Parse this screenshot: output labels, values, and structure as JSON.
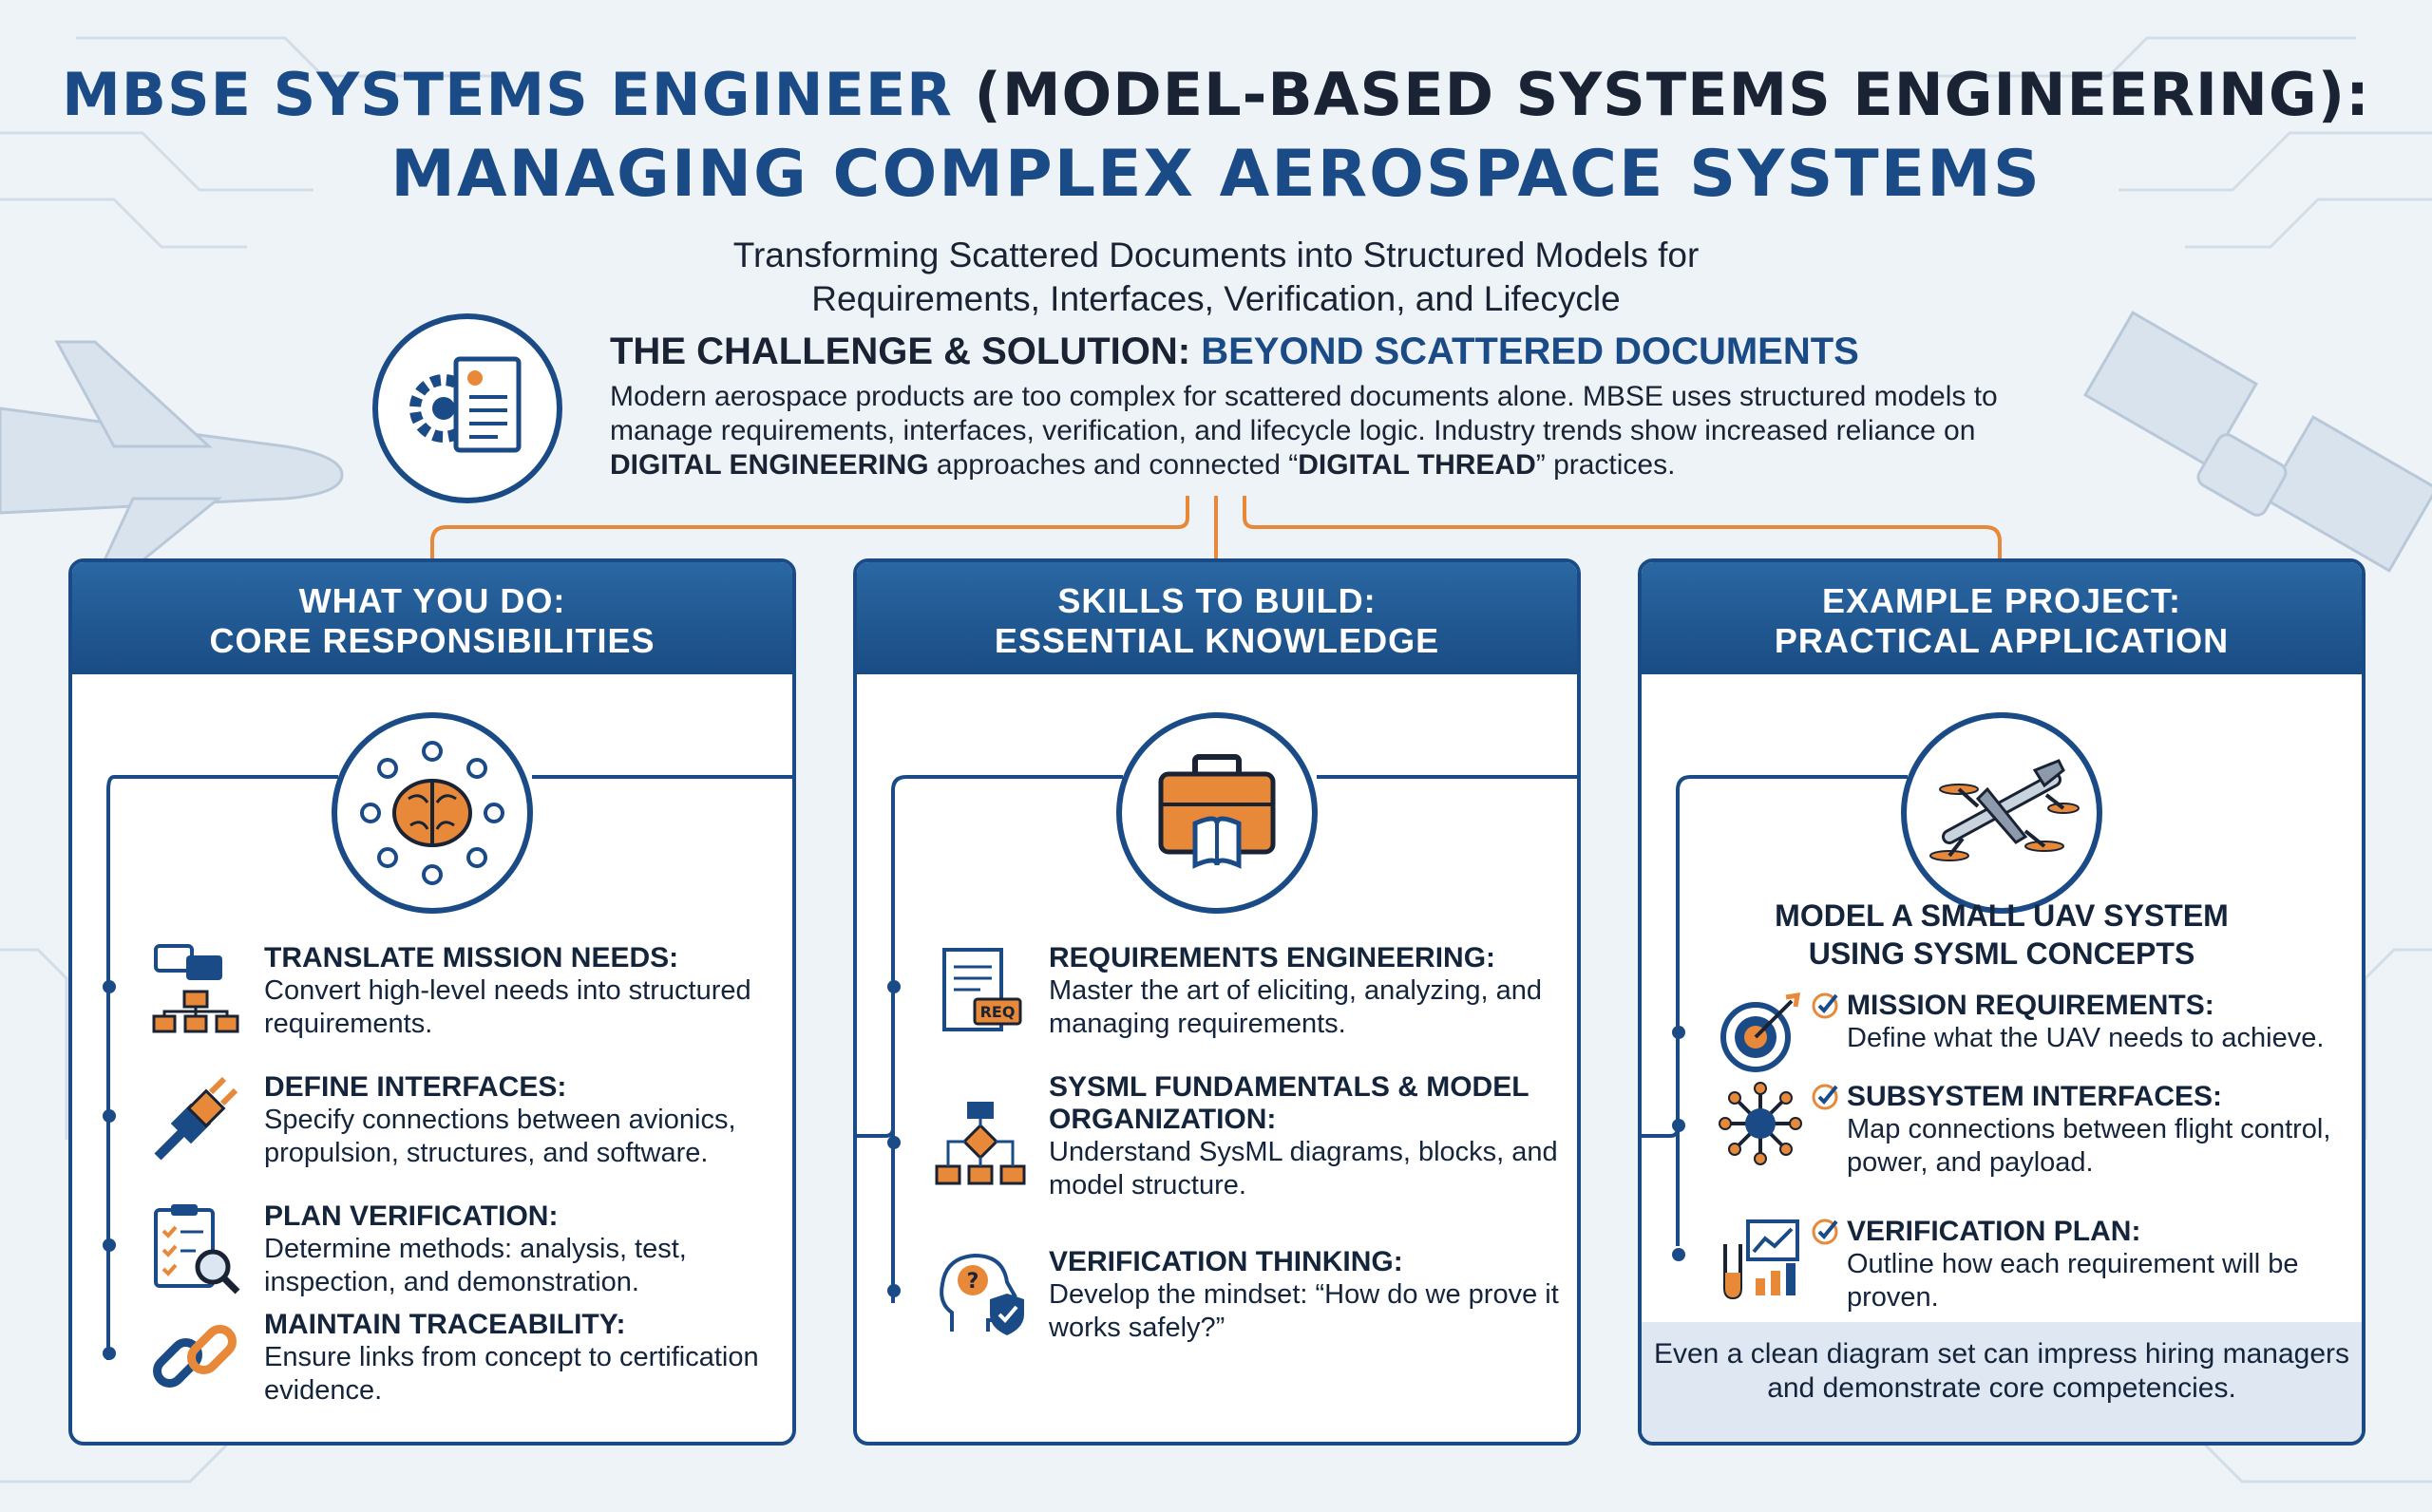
{
  "header": {
    "title_part1": "MBSE SYSTEMS ENGINEER",
    "title_part2": " (MODEL-BASED SYSTEMS ENGINEERING):",
    "title_line2": "MANAGING COMPLEX AEROSPACE SYSTEMS",
    "subtitle_line1": "Transforming Scattered Documents into Structured Models for",
    "subtitle_line2": "Requirements, Interfaces, Verification, and Lifecycle"
  },
  "challenge": {
    "title_part1": "THE CHALLENGE & SOLUTION: ",
    "title_part2": "BEYOND SCATTERED DOCUMENTS",
    "body_part1": "Modern aerospace products are too complex for scattered documents alone. MBSE uses structured models to manage requirements, interfaces, verification, and lifecycle logic. Industry trends show increased reliance on ",
    "body_bold1": "DIGITAL ENGINEERING",
    "body_part2": " approaches and connected “",
    "body_bold2": "DIGITAL THREAD",
    "body_part3": "” practices."
  },
  "columns": {
    "responsibilities": {
      "header_line1": "WHAT YOU DO:",
      "header_line2": "CORE RESPONSIBILITIES",
      "items": [
        {
          "head": "TRANSLATE MISSION NEEDS:",
          "desc": "Convert high-level needs into structured requirements."
        },
        {
          "head": "DEFINE INTERFACES:",
          "desc": "Specify connections between avionics, propulsion, structures, and software."
        },
        {
          "head": "PLAN VERIFICATION:",
          "desc": "Determine methods: analysis, test, inspection, and demonstration."
        },
        {
          "head": "MAINTAIN TRACEABILITY:",
          "desc": "Ensure links from concept to certification evidence."
        }
      ]
    },
    "skills": {
      "header_line1": "SKILLS TO BUILD:",
      "header_line2": "ESSENTIAL KNOWLEDGE",
      "req_badge": "REQ",
      "items": [
        {
          "head": "REQUIREMENTS ENGINEERING:",
          "desc": "Master the art of eliciting, analyzing, and managing requirements."
        },
        {
          "head": "SYSML FUNDAMENTALS & MODEL ORGANIZATION:",
          "desc": "Understand SysML diagrams, blocks, and model structure."
        },
        {
          "head": "VERIFICATION THINKING:",
          "desc": "Develop the mindset: “How do we prove it works safely?”"
        }
      ]
    },
    "example": {
      "header_line1": "EXAMPLE PROJECT:",
      "header_line2": "PRACTICAL APPLICATION",
      "subtitle_line1": "MODEL A SMALL UAV SYSTEM",
      "subtitle_line2": "USING SYSML CONCEPTS",
      "items": [
        {
          "head": "MISSION REQUIREMENTS:",
          "desc": "Define what the UAV needs to achieve."
        },
        {
          "head": "SUBSYSTEM INTERFACES:",
          "desc": "Map connections between flight control, power, and payload."
        },
        {
          "head": "VERIFICATION PLAN:",
          "desc": "Outline how each requirement will be proven."
        }
      ],
      "footer": "Even a clean diagram set can impress hiring managers and demonstrate core competencies."
    }
  },
  "colors": {
    "primary": "#1b4b86",
    "accent": "#e8893a",
    "background": "#eef3f8"
  }
}
